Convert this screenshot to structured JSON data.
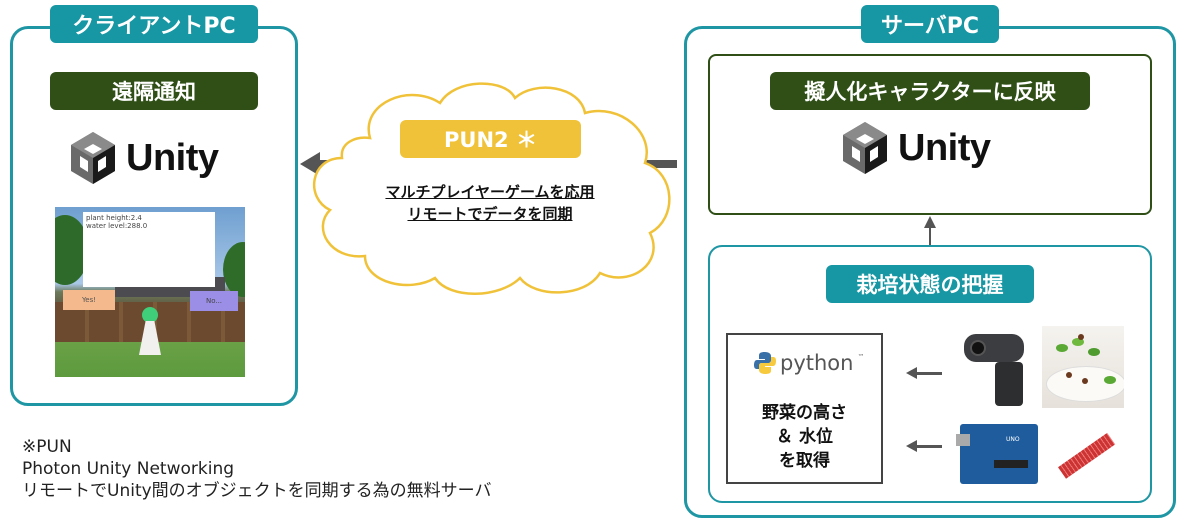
{
  "client": {
    "title": "クライアントPC",
    "section_label": "遠隔通知",
    "unity_label": "Unity",
    "screenshot": {
      "hud_lines": [
        "plant height:2.4",
        "water level:288.0"
      ],
      "yes_button": "Yes!",
      "no_button": "No..."
    }
  },
  "cloud": {
    "badge": "PUN2 ＊",
    "lines": [
      "マルチプレイヤーゲームを応用",
      "リモートでデータを同期"
    ]
  },
  "server": {
    "title": "サーバPC",
    "reflect_label": "擬人化キャラクターに反映",
    "unity_label": "Unity",
    "monitor_label": "栽培状態の把握",
    "python_label": "python",
    "python_tm": "™",
    "python_lines": [
      "野菜の高さ",
      "＆ 水位",
      "を取得"
    ],
    "devices": [
      "webcam",
      "sprouts-photo",
      "arduino-uno",
      "water-level-sensor"
    ],
    "arduino_text": "UNO"
  },
  "footnote": {
    "lines": [
      "※PUN",
      "Photon Unity Networking",
      "リモートでUnity間のオブジェクトを同期する為の無料サーバ"
    ]
  },
  "colors": {
    "teal": "#1796a3",
    "dark_green": "#2f4f17",
    "gold": "#f0c23a",
    "arrow": "#555555"
  }
}
